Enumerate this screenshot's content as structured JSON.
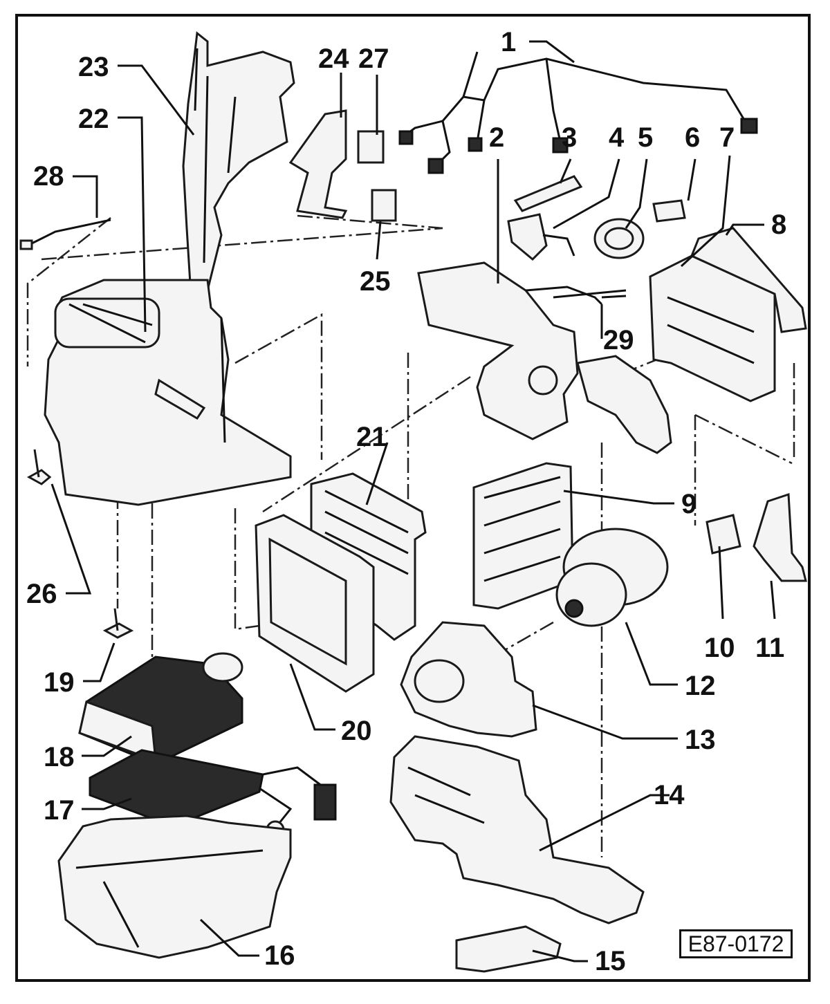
{
  "diagram": {
    "reference_code": "E87-0172",
    "callouts": [
      "1",
      "2",
      "3",
      "4",
      "5",
      "6",
      "7",
      "8",
      "9",
      "10",
      "11",
      "12",
      "13",
      "14",
      "15",
      "16",
      "17",
      "18",
      "19",
      "20",
      "21",
      "22",
      "23",
      "24",
      "25",
      "26",
      "27",
      "28",
      "29"
    ]
  }
}
